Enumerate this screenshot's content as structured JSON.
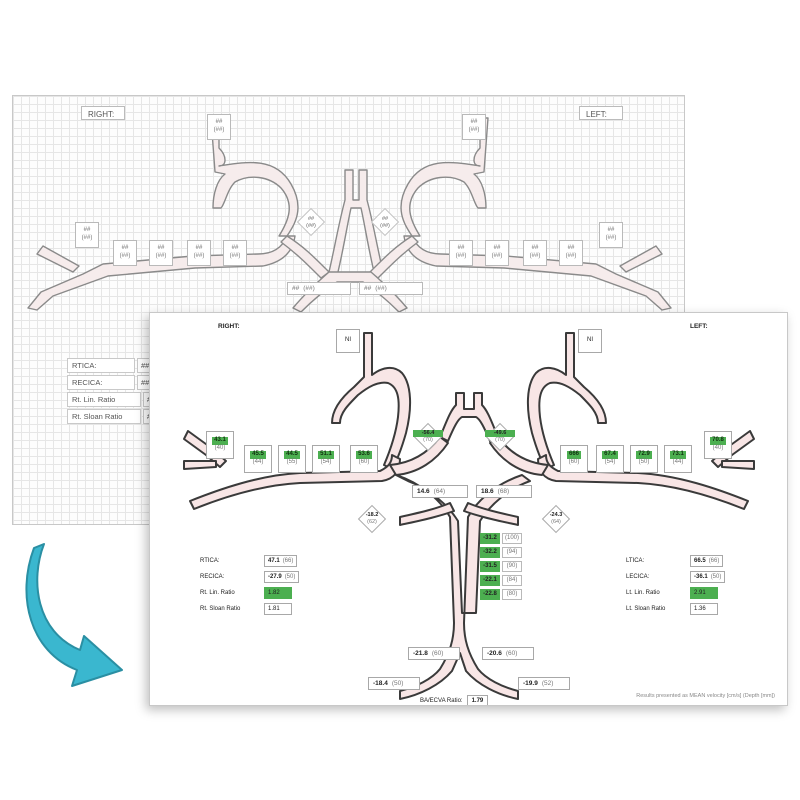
{
  "colors": {
    "highlight": "#4caf50",
    "vessel_fill": "#f8e6e6",
    "arrow": "#3ab7cf"
  },
  "back_sheet": {
    "right_label": "RIGHT:",
    "left_label": "LEFT:",
    "placeholder_value": "##",
    "placeholder_depth": "(##)",
    "rows": [
      {
        "label": "RTICA:",
        "value": "##"
      },
      {
        "label": "RECICA:",
        "value": "##"
      },
      {
        "label": "Rt. Lin. Ratio",
        "value": "#"
      },
      {
        "label": "Rt. Sloan Ratio",
        "value": "#"
      }
    ]
  },
  "front_sheet": {
    "right_label": "RIGHT:",
    "left_label": "LEFT:",
    "right_top": "NI",
    "left_top": "NI",
    "right_segments": [
      {
        "value": "43.1",
        "depth": "(40)",
        "hl": true
      },
      {
        "value": "45.5",
        "depth": "(44)",
        "hl": true
      },
      {
        "value": "44.5",
        "depth": "(55)",
        "hl": true
      },
      {
        "value": "51.1",
        "depth": "(54)",
        "hl": true
      },
      {
        "value": "53.6",
        "depth": "(60)",
        "hl": true
      }
    ],
    "left_segments": [
      {
        "value": "666",
        "depth": "(60)",
        "hl": true
      },
      {
        "value": "67.4",
        "depth": "(54)",
        "hl": true
      },
      {
        "value": "72.9",
        "depth": "(50)",
        "hl": true
      },
      {
        "value": "73.1",
        "depth": "(44)",
        "hl": true
      },
      {
        "value": "70.8",
        "depth": "(40)",
        "hl": true
      }
    ],
    "aca_right": {
      "value": "-56.4",
      "depth": "(70)"
    },
    "aca_left": {
      "value": "-49.6",
      "depth": "(70)"
    },
    "tica_right_box": {
      "value": "14.6",
      "depth": "(64)"
    },
    "tica_left_box": {
      "value": "18.6",
      "depth": "(68)"
    },
    "pcom_right": {
      "value": "-18.2",
      "depth": "(62)"
    },
    "pcom_left": {
      "value": "-24.3",
      "depth": "(64)"
    },
    "basilar_column": [
      {
        "value": "-31.2",
        "depth": "(100)"
      },
      {
        "value": "-32.2",
        "depth": "(94)"
      },
      {
        "value": "-31.5",
        "depth": "(90)"
      },
      {
        "value": "-22.1",
        "depth": "(84)"
      },
      {
        "value": "-22.8",
        "depth": "(80)"
      }
    ],
    "va_right": {
      "value": "-21.8",
      "depth": "(60)"
    },
    "va_left": {
      "value": "-20.6",
      "depth": "(60)"
    },
    "ev_right": {
      "value": "-18.4",
      "depth": "(50)"
    },
    "ev_left": {
      "value": "-19.9",
      "depth": "(52)"
    },
    "right_rows": [
      {
        "label": "RTICA:",
        "value": "47.1",
        "depth": "(66)",
        "hl": false
      },
      {
        "label": "RECICA:",
        "value": "-27.9",
        "depth": "(50)",
        "hl": false
      },
      {
        "label": "Rt. Lin. Ratio",
        "value": "1.82",
        "depth": "",
        "hl": true
      },
      {
        "label": "Rt. Sloan Ratio",
        "value": "1.81",
        "depth": "",
        "hl": false
      }
    ],
    "left_rows": [
      {
        "label": "LTICA:",
        "value": "66.5",
        "depth": "(66)",
        "hl": false
      },
      {
        "label": "LECICA:",
        "value": "-36.1",
        "depth": "(50)",
        "hl": false
      },
      {
        "label": "Lt. Lin. Ratio",
        "value": "2.91",
        "depth": "",
        "hl": true
      },
      {
        "label": "Lt. Sloan Ratio",
        "value": "1.36",
        "depth": "",
        "hl": false
      }
    ],
    "ba_label": "BA/ECVA Ratio:",
    "ba_value": "1.79",
    "footer": "Results presented as MEAN velocity [cm/s] (Depth [mm])"
  }
}
